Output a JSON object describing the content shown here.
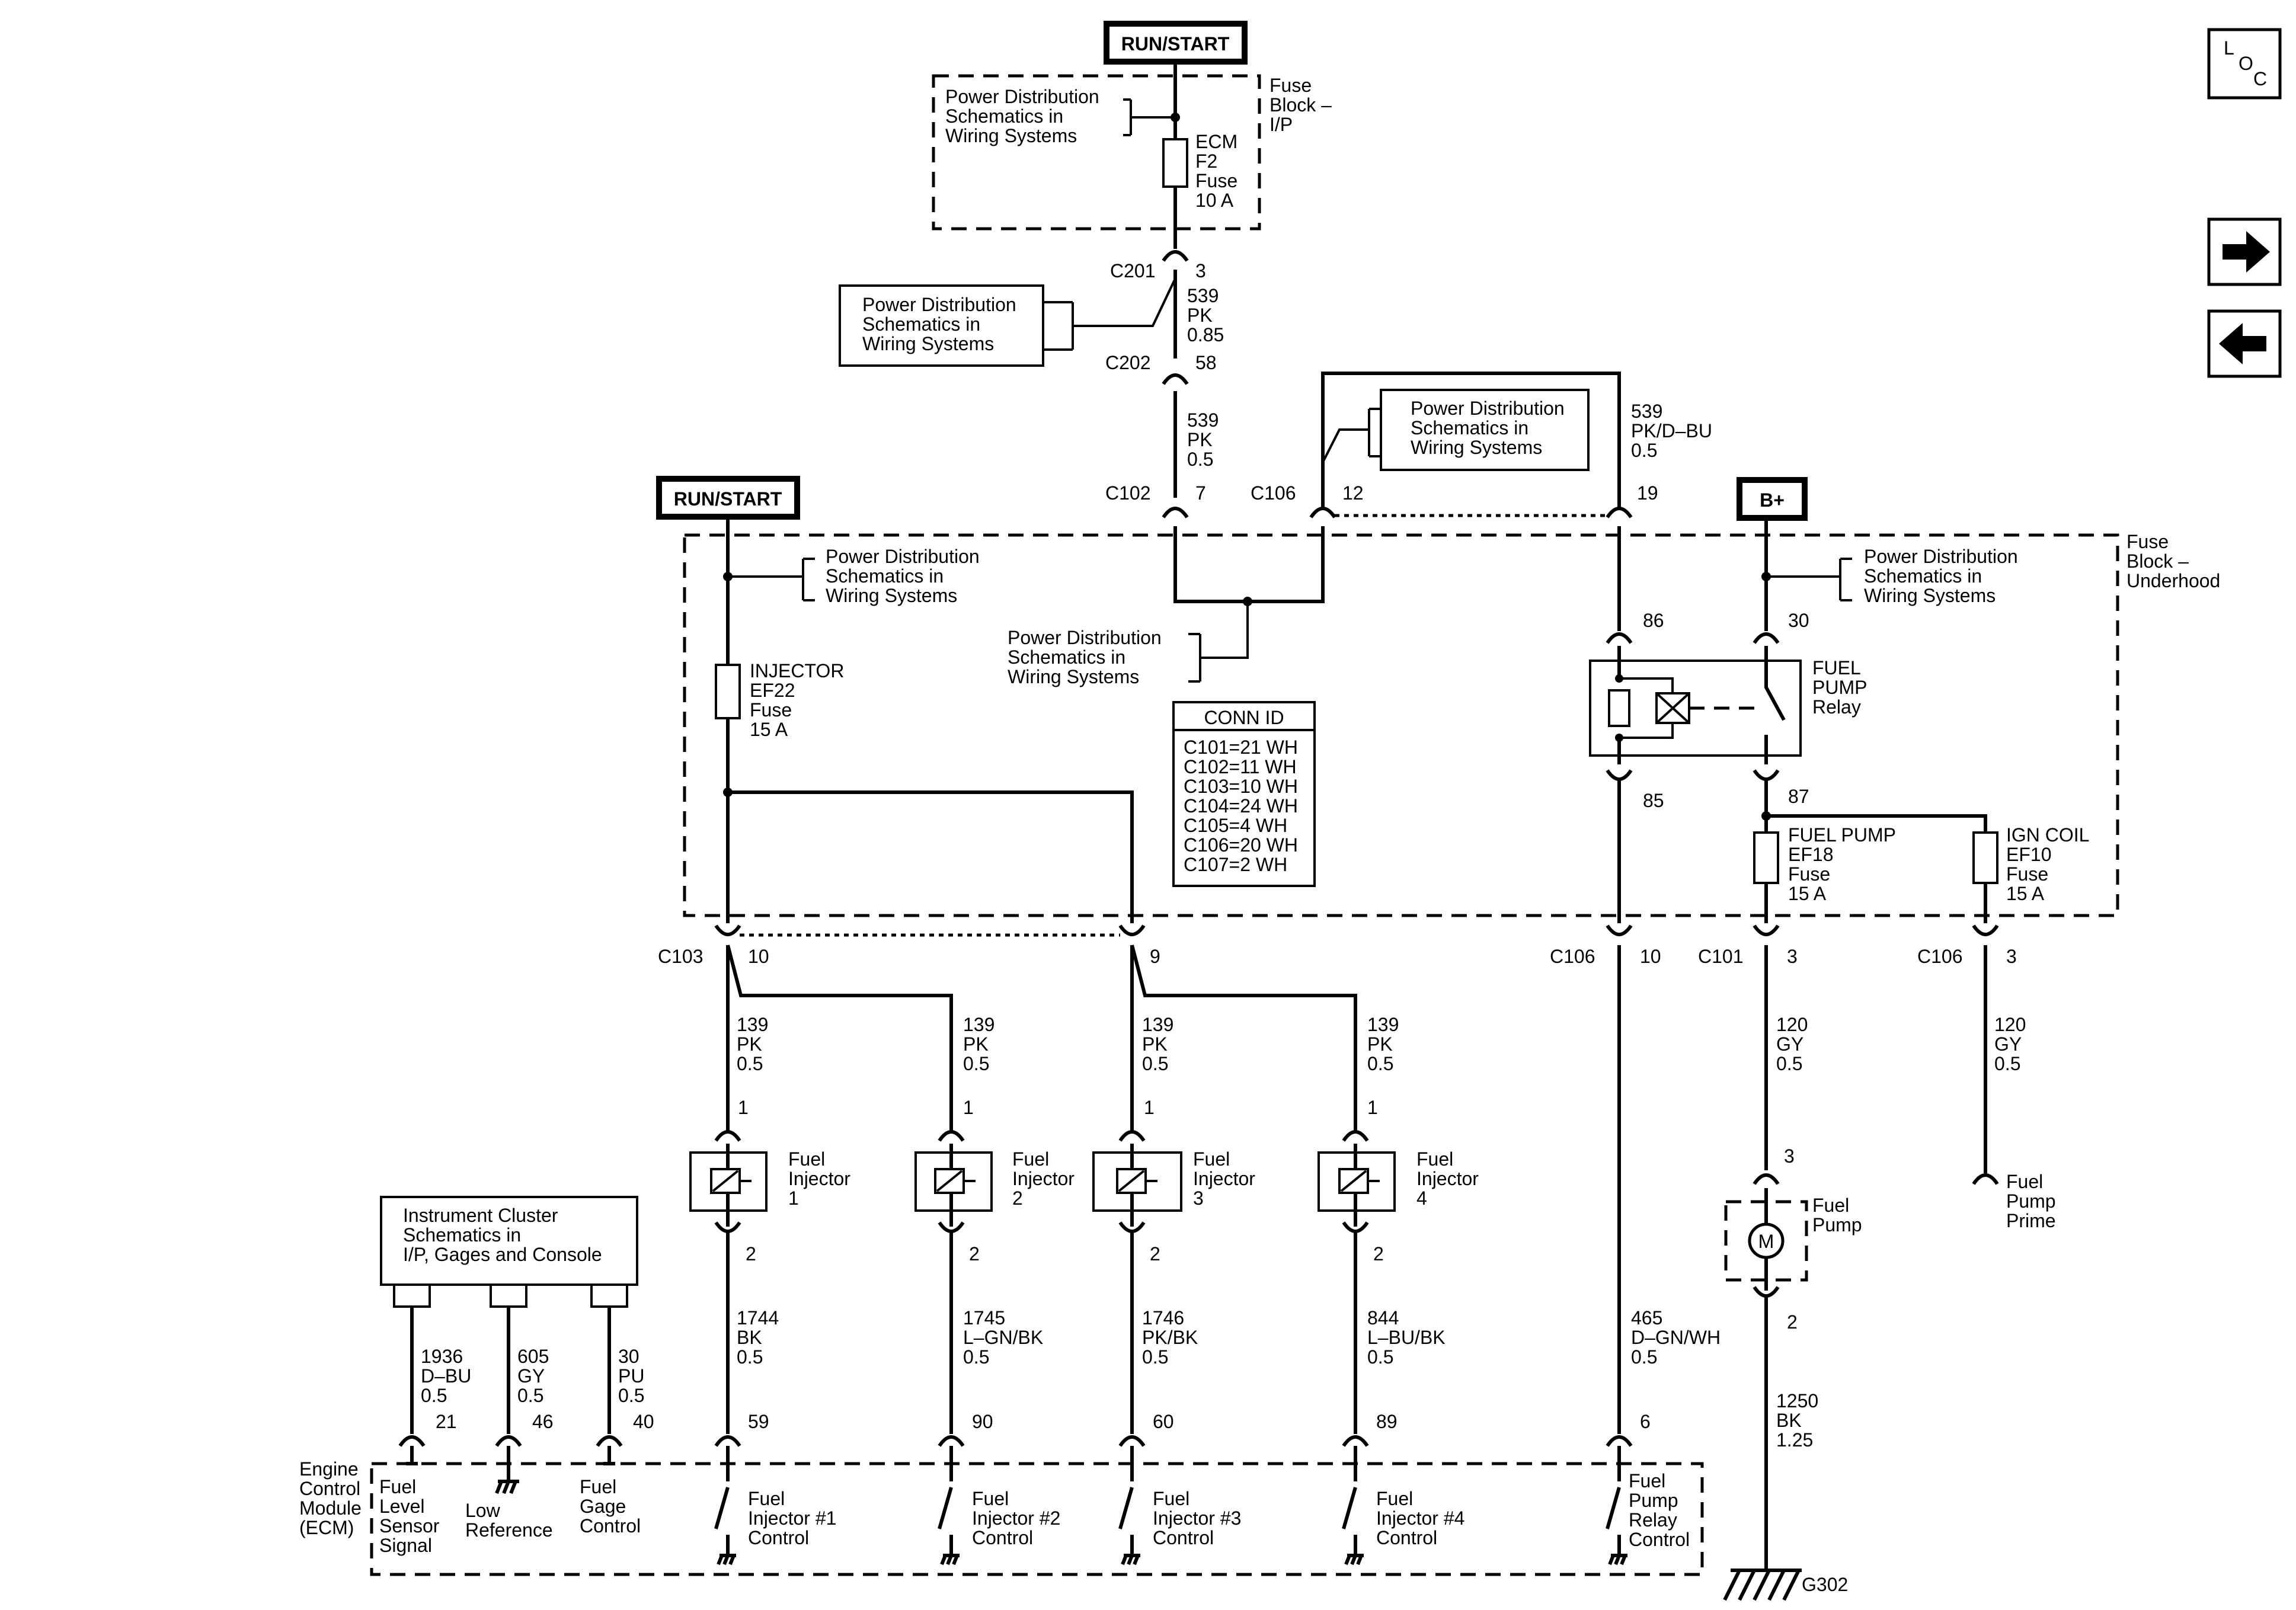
{
  "power": {
    "run_start_top": "RUN/START",
    "run_start_left": "RUN/START",
    "b_plus": "B+"
  },
  "nav": {
    "loc": [
      "L",
      "O",
      "C"
    ],
    "next_icon": "arrow-right-icon",
    "prev_icon": "arrow-left-icon"
  },
  "fuse_block_ip": {
    "label": [
      "Fuse",
      "Block –",
      "I/P"
    ],
    "fuse": [
      "ECM",
      "F2",
      "Fuse",
      "10 A"
    ]
  },
  "fuse_block_uh": {
    "label": [
      "Fuse",
      "Block –",
      "Underhood"
    ]
  },
  "ref_power_dist": [
    "Power Distribution",
    "Schematics in",
    "Wiring Systems"
  ],
  "ref_instrument": [
    "Instrument Cluster",
    "Schematics in",
    "I/P, Gages and Console"
  ],
  "connectors": {
    "c201": "C201",
    "c201_pin": "3",
    "c202": "C202",
    "c202_pin": "58",
    "c102": "C102",
    "c102_pin": "7",
    "c106a": "C106",
    "c106a_pin": "12",
    "c106a_pin2": "19",
    "c103": "C103",
    "c103_pin": "10",
    "c103_pin2": "9",
    "c106b": "C106",
    "c106b_pin": "10",
    "c101": "C101",
    "c101_pin": "3",
    "c106c": "C106",
    "c106c_pin": "3"
  },
  "wires": {
    "w539a": [
      "539",
      "PK",
      "0.85"
    ],
    "w539b": [
      "539",
      "PK",
      "0.5"
    ],
    "w539c": [
      "539",
      "PK/D–BU",
      "0.5"
    ],
    "w139": [
      "139",
      "PK",
      "0.5"
    ],
    "w1744": [
      "1744",
      "BK",
      "0.5"
    ],
    "w1745": [
      "1745",
      "L–GN/BK",
      "0.5"
    ],
    "w1746": [
      "1746",
      "PK/BK",
      "0.5"
    ],
    "w844": [
      "844",
      "L–BU/BK",
      "0.5"
    ],
    "w465": [
      "465",
      "D–GN/WH",
      "0.5"
    ],
    "w120": [
      "120",
      "GY",
      "0.5"
    ],
    "w1250": [
      "1250",
      "BK",
      "1.25"
    ],
    "w1936": [
      "1936",
      "D–BU",
      "0.5"
    ],
    "w605": [
      "605",
      "GY",
      "0.5"
    ],
    "w30": [
      "30",
      "PU",
      "0.5"
    ]
  },
  "fuses": {
    "injector": [
      "INJECTOR",
      "EF22",
      "Fuse",
      "15 A"
    ],
    "fuel_pump": [
      "FUEL PUMP",
      "EF18",
      "Fuse",
      "15 A"
    ],
    "ign_coil": [
      "IGN COIL",
      "EF10",
      "Fuse",
      "15 A"
    ]
  },
  "relay": {
    "label": [
      "FUEL",
      "PUMP",
      "Relay"
    ],
    "pin86": "86",
    "pin30": "30",
    "pin85": "85",
    "pin87": "87"
  },
  "conn_id": {
    "title": "CONN ID",
    "items": [
      "C101=21 WH",
      "C102=11 WH",
      "C103=10 WH",
      "C104=24 WH",
      "C105=4 WH",
      "C106=20 WH",
      "C107=2 WH"
    ]
  },
  "injectors": [
    {
      "label": [
        "Fuel",
        "Injector",
        "1"
      ],
      "pin_top": "1",
      "pin_bot": "2"
    },
    {
      "label": [
        "Fuel",
        "Injector",
        "2"
      ],
      "pin_top": "1",
      "pin_bot": "2"
    },
    {
      "label": [
        "Fuel",
        "Injector",
        "3"
      ],
      "pin_top": "1",
      "pin_bot": "2"
    },
    {
      "label": [
        "Fuel",
        "Injector",
        "4"
      ],
      "pin_top": "1",
      "pin_bot": "2"
    }
  ],
  "fuel_pump": {
    "label": [
      "Fuel",
      "Pump"
    ],
    "motor": "M",
    "pin_top": "3",
    "pin_bot": "2",
    "ground": "G302"
  },
  "fuel_pump_prime": [
    "Fuel",
    "Pump",
    "Prime"
  ],
  "ecm": {
    "label": [
      "Engine",
      "Control",
      "Module",
      "(ECM)"
    ],
    "pins": [
      "21",
      "46",
      "40",
      "59",
      "90",
      "60",
      "89",
      "6"
    ],
    "signals": [
      [
        "Fuel",
        "Level",
        "Sensor",
        "Signal"
      ],
      [
        "Low",
        "Reference"
      ],
      [
        "Fuel",
        "Gage",
        "Control"
      ],
      [
        "Fuel",
        "Injector #1",
        "Control"
      ],
      [
        "Fuel",
        "Injector #2",
        "Control"
      ],
      [
        "Fuel",
        "Injector #3",
        "Control"
      ],
      [
        "Fuel",
        "Injector #4",
        "Control"
      ],
      [
        "Fuel",
        "Pump",
        "Relay",
        "Control"
      ]
    ]
  }
}
